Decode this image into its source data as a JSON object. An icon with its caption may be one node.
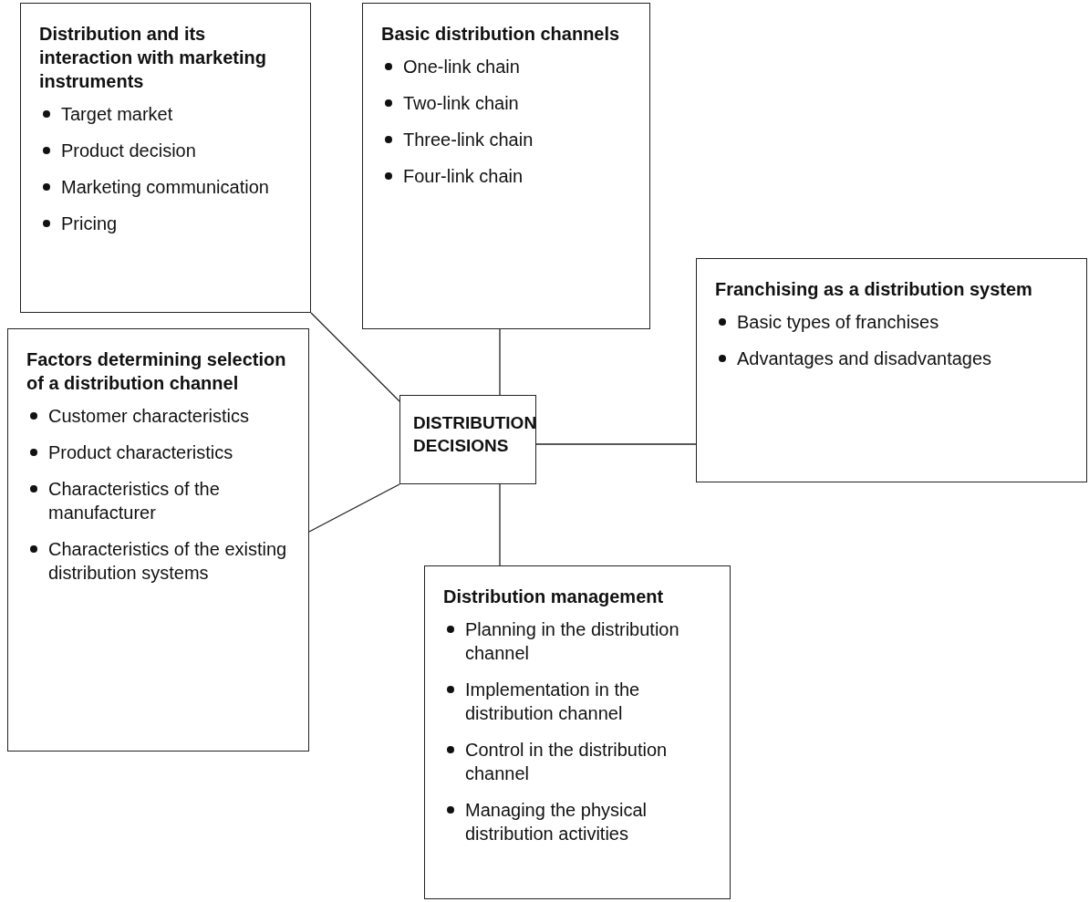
{
  "diagram": {
    "nodes": [
      {
        "text": [
          "Distribution and its interaction with marketing instruments",
          "Target market",
          "Product decision",
          "Marketing communication",
          "Pricing"
        ]
      },
      {
        "text": [
          "Basic distribution channels",
          "One-link chain",
          "Two-link chain",
          "Three-link chain",
          "Four-link chain"
        ]
      },
      {
        "text": [
          "Franchising as a distribution system",
          "Basic types of franchises",
          "Advantages and disadvantages"
        ]
      },
      {
        "text": [
          "Factors determining selection of a distribution channel",
          "Customer characteristics",
          "Product characteristics",
          "Characteristics of the manufacturer",
          "Characteristics of the existing distribution systems"
        ]
      },
      {
        "text": [
          "DISTRIBUTION DECISIONS"
        ]
      },
      {
        "text": [
          "Distribution management",
          "Planning in the distribution channel",
          "Implementation in the distribution channel",
          "Control in the distribution channel",
          "Managing the physical distribution activities"
        ]
      }
    ],
    "edges": [
      {
        "from": 4,
        "to": 0,
        "arrow": "none"
      },
      {
        "from": 4,
        "to": 1,
        "arrow": "none"
      },
      {
        "from": 4,
        "to": 2,
        "arrow": "none"
      },
      {
        "from": 4,
        "to": 3,
        "arrow": "none"
      },
      {
        "from": 4,
        "to": 5,
        "arrow": "none"
      }
    ]
  }
}
